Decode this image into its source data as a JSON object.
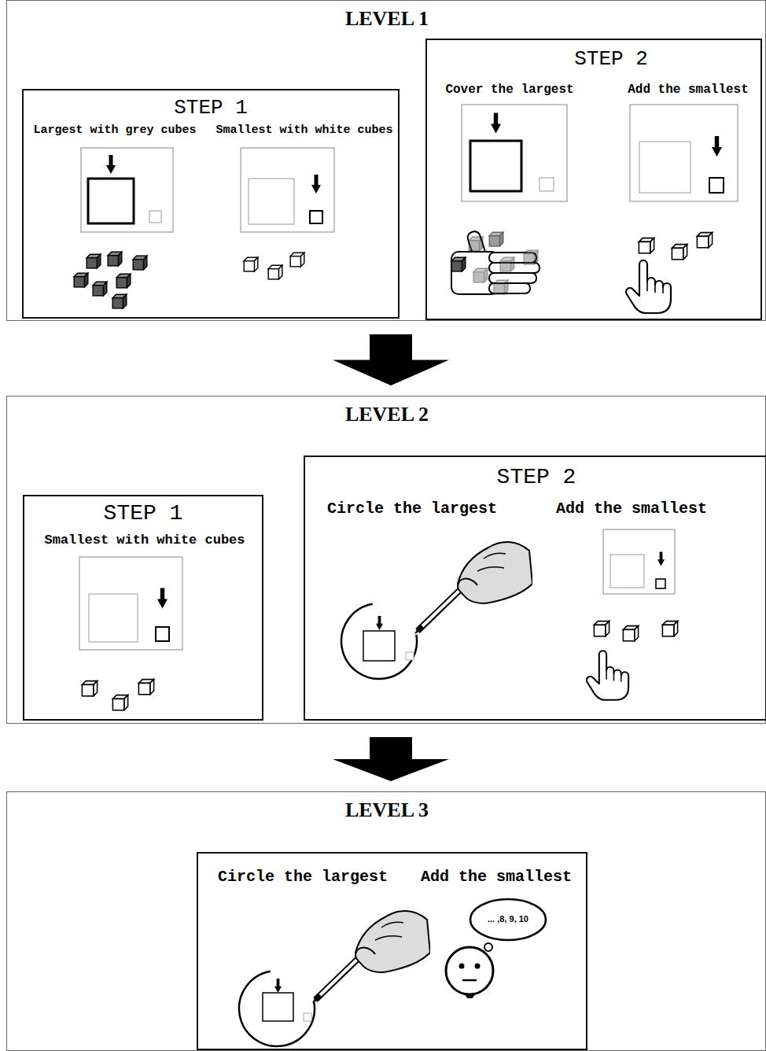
{
  "diagram": {
    "nodes": [
      {
        "text": [
          "LEVEL 1"
        ]
      },
      {
        "text": [
          "STEP 1",
          "Largest with grey cubes",
          "Smallest with white cubes"
        ],
        "in": 0
      },
      {
        "text": [
          "STEP 2",
          "Cover the largest",
          "Add the smallest"
        ],
        "in": 0
      },
      {
        "text": [
          "LEVEL 2"
        ]
      },
      {
        "text": [
          "STEP 1",
          "Smallest with white cubes"
        ],
        "in": 3
      },
      {
        "text": [
          "STEP 2",
          "Circle the largest",
          "Add the smallest"
        ],
        "in": 3
      },
      {
        "text": [
          "LEVEL 3"
        ]
      },
      {
        "text": [
          "Circle the largest",
          "Add the smallest"
        ],
        "in": 6
      }
    ],
    "edges": [
      {
        "from": 0,
        "to": 3,
        "arrow": "to"
      },
      {
        "from": 3,
        "to": 6,
        "arrow": "to"
      }
    ],
    "labels": [
      "... ,8, 9, 10"
    ]
  }
}
